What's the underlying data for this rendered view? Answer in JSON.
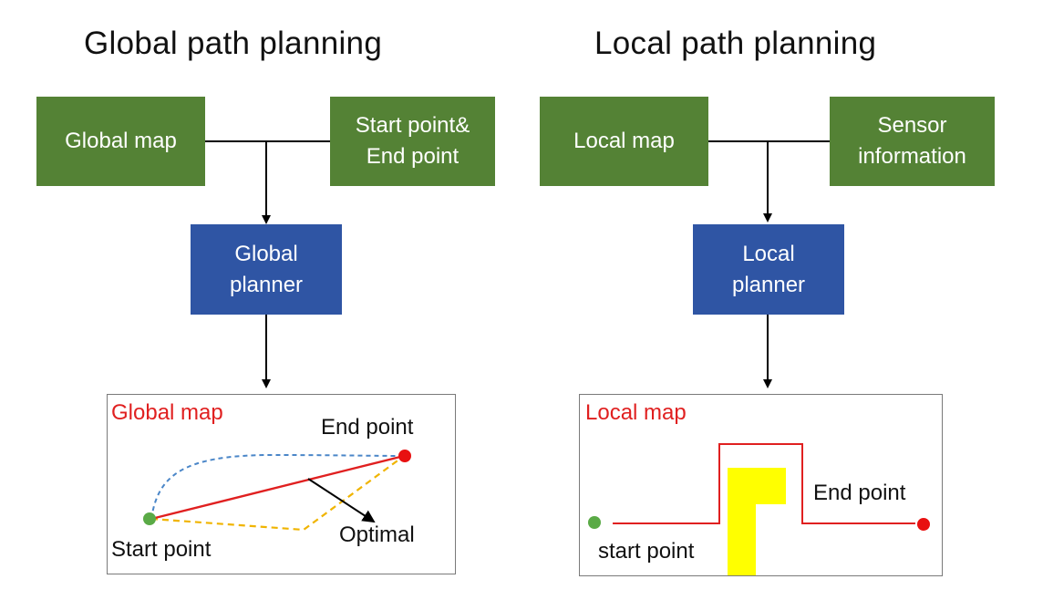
{
  "global": {
    "title": "Global path planning",
    "map_box": "Global map",
    "points_box_line1": "Start point&",
    "points_box_line2": "End point",
    "planner_line1": "Global",
    "planner_line2": "planner",
    "map_title": "Global map",
    "end_label": "End point",
    "start_label": "Start point",
    "optimal_label": "Optimal"
  },
  "local": {
    "title": "Local path planning",
    "map_box": "Local map",
    "sensor_box_line1": "Sensor",
    "sensor_box_line2": "information",
    "planner_line1": "Local",
    "planner_line2": "planner",
    "map_title": "Local map",
    "end_label": "End point",
    "start_label": "start point"
  },
  "colors": {
    "input_box": "#548235",
    "planner_box": "#2f55a4",
    "map_title": "#e02020",
    "optimal_path": "#e02020",
    "alt_path_blue": "#4a86c8",
    "alt_path_yellow": "#f0b400",
    "start_dot": "#5aaa46",
    "end_dot": "#e81010",
    "obstacle": "#ffff00"
  }
}
